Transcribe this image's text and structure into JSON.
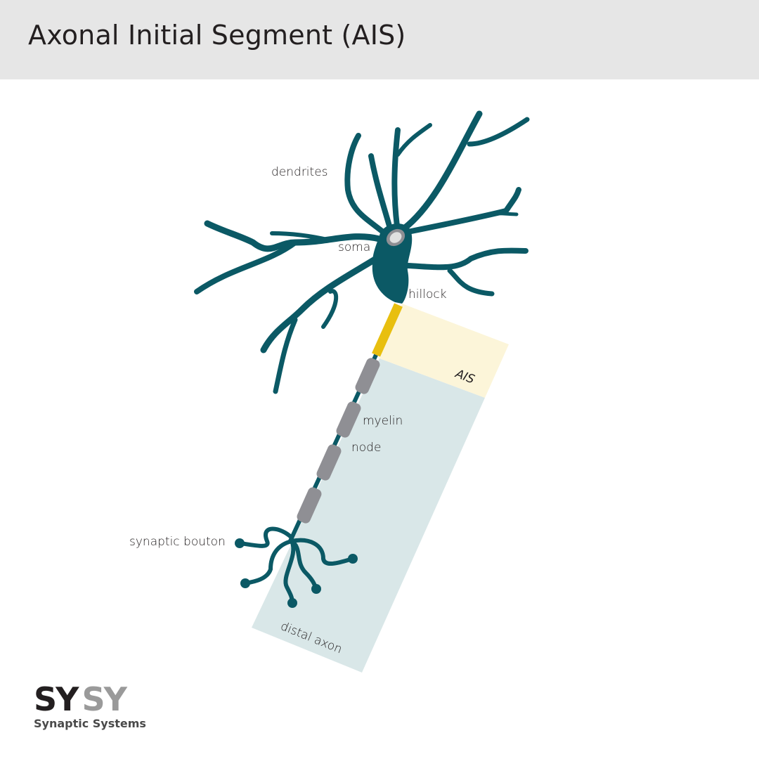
{
  "header": {
    "title": "Axonal Initial Segment (AIS)"
  },
  "labels": {
    "dendrites": "dendrites",
    "soma": "soma",
    "hillock": "hillock",
    "ais": "AIS",
    "myelin": "myelin",
    "node": "node",
    "synaptic_bouton": "synaptic bouton",
    "distal_axon": "distal axon"
  },
  "logo": {
    "mark_dark": "SY",
    "mark_light": "SY",
    "name": "Synaptic Systems"
  },
  "colors": {
    "neuron": "#0b5965",
    "ais": "#e8bf0f",
    "ais_region": "#fcf5d9",
    "distal_region": "#d9e7e8",
    "myelin": "#8f8f94",
    "header_bg": "#e6e6e6"
  }
}
